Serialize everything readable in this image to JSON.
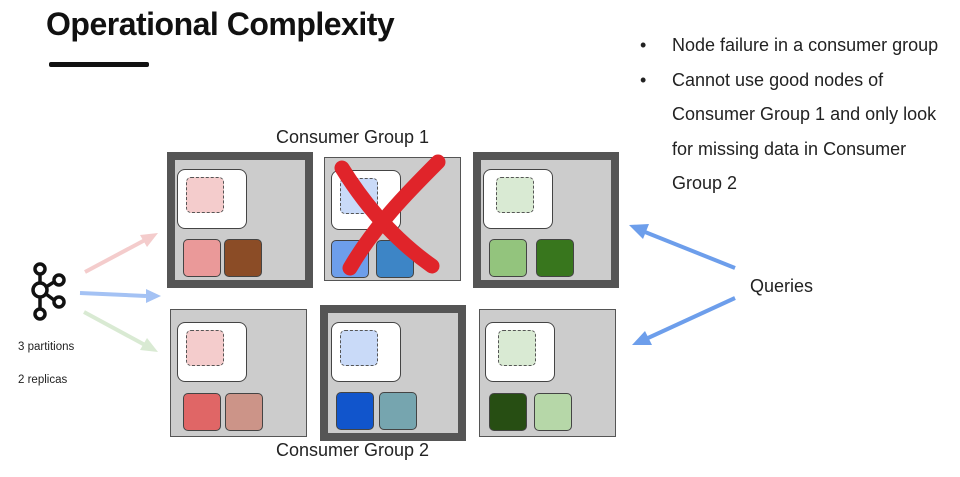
{
  "slide": {
    "title": "Operational Complexity",
    "bullets": [
      "Node failure in a consumer group",
      "Cannot use good nodes of Consumer Group 1 and only look for missing data in Consumer Group 2"
    ]
  },
  "labels": {
    "consumer_group_1": "Consumer Group 1",
    "consumer_group_2": "Consumer Group 2",
    "queries": "Queries",
    "partitions": "3 partitions",
    "replicas": "2 replicas"
  },
  "icons": {
    "kafka": "kafka-logo-icon",
    "failure": "red-x-icon",
    "bullet": "•"
  },
  "colors": {
    "red_light": "#f4cccc",
    "red_1": "#ea9999",
    "brown": "#8b4c26",
    "red_2": "#e06666",
    "red_3": "#cc9488",
    "blue_light": "#c9daf8",
    "blue_1": "#6d9eeb",
    "blue_2": "#3d85c6",
    "blue_3": "#1155cc",
    "teal": "#76a5af",
    "green_light": "#d9ead3",
    "green_1": "#93c47d",
    "green_2": "#38761d",
    "green_3": "#274e13",
    "green_4": "#b6d7a8",
    "x_red": "#e0242a",
    "arrow_blue": "#6d9eeb"
  }
}
